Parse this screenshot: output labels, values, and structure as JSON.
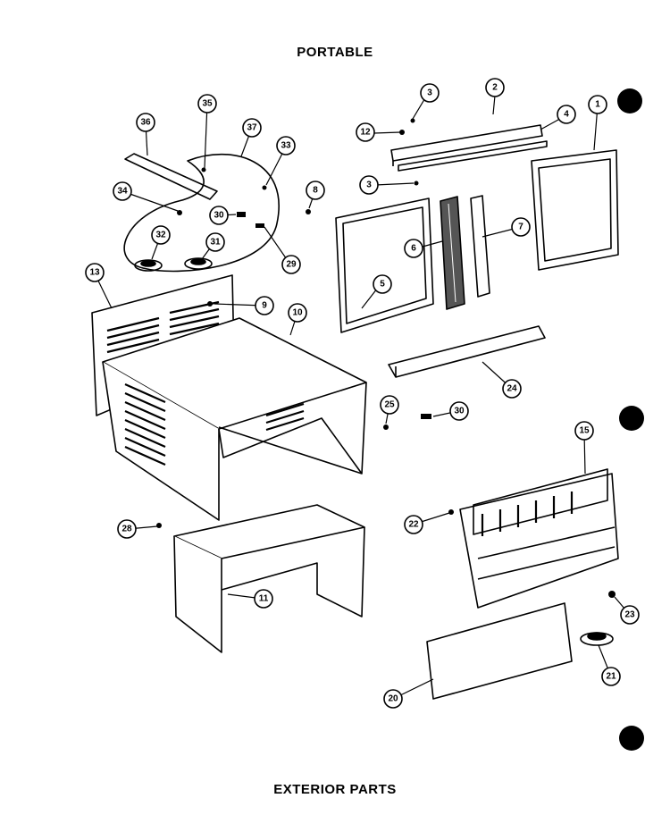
{
  "header": {
    "title": "PORTABLE"
  },
  "footer": {
    "title": "EXTERIOR PARTS"
  },
  "callouts": {
    "c1": "1",
    "c2": "2",
    "c3a": "3",
    "c3b": "3",
    "c4": "4",
    "c5": "5",
    "c6": "6",
    "c7": "7",
    "c8": "8",
    "c9": "9",
    "c10": "10",
    "c11": "11",
    "c12": "12",
    "c13": "13",
    "c15": "15",
    "c20": "20",
    "c21": "21",
    "c22": "22",
    "c23": "23",
    "c24": "24",
    "c25": "25",
    "c28": "28",
    "c29": "29",
    "c30a": "30",
    "c30b": "30",
    "c31": "31",
    "c32": "32",
    "c33": "33",
    "c34": "34",
    "c35": "35",
    "c36": "36",
    "c37": "37"
  },
  "colors": {
    "ink": "#000000",
    "paper": "#ffffff"
  }
}
